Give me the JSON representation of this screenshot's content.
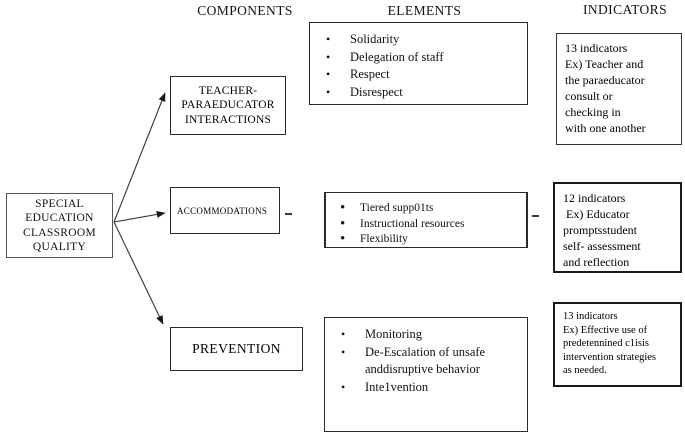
{
  "headers": {
    "components": "COMPONENTS",
    "elements": "ELEMENTS",
    "indicators": "INDICATORS"
  },
  "root": {
    "label": "SPECIAL EDUCATION CLASSROOM QUALITY",
    "lines": [
      "SPECIAL",
      "EDUCATION",
      "CLASSROOM",
      "QUALITY"
    ]
  },
  "rows": [
    {
      "component": {
        "label": "TEACHER-PARAEDUCATOR INTERACTIONS",
        "lines": [
          "TEACHER-",
          "PARAEDUCATOR",
          "INTERACTIONS"
        ]
      },
      "elements": {
        "bullet_style": "small",
        "items": [
          "Solidarity",
          "Delegation of staff",
          "Respect",
          "Disrespect"
        ]
      },
      "indicator": {
        "count_line": "13 indicators",
        "lines": [
          "13 indicators",
          "Ex)  Teacher  and",
          "the   paraeducator",
          "consult           or",
          "checking in",
          "with one another"
        ]
      }
    },
    {
      "component": {
        "label": "ACCOMMODATIONS",
        "lines": [
          "ACCOMMODATIONS"
        ]
      },
      "elements": {
        "bullet_style": "big",
        "items": [
          "Tiered supp01ts",
          "Instructional resources",
          "Flexibility"
        ]
      },
      "indicator": {
        "count_line": "12 indicators",
        "lines": [
          "12 indicators",
          " Ex) Educator",
          "promptsstudent",
          "self- assessment",
          "and reflection"
        ]
      }
    },
    {
      "component": {
        "label": "PREVENTION",
        "lines": [
          "PREVENTION"
        ]
      },
      "elements": {
        "bullet_style": "small",
        "items": [
          "Monitoring",
          "De-Escalation of unsafe anddisruptive behavior",
          "Inte1vention"
        ]
      },
      "indicator": {
        "count_line": "13 indicators",
        "lines": [
          "13 indicators",
          "Ex) Effective use of",
          "predetennined c1isis",
          "intervention strategies",
          "as needed."
        ]
      }
    }
  ],
  "connectors": {
    "dash_left": "-",
    "dash_right": "-",
    "arrow_color": "#1a1a1a"
  }
}
